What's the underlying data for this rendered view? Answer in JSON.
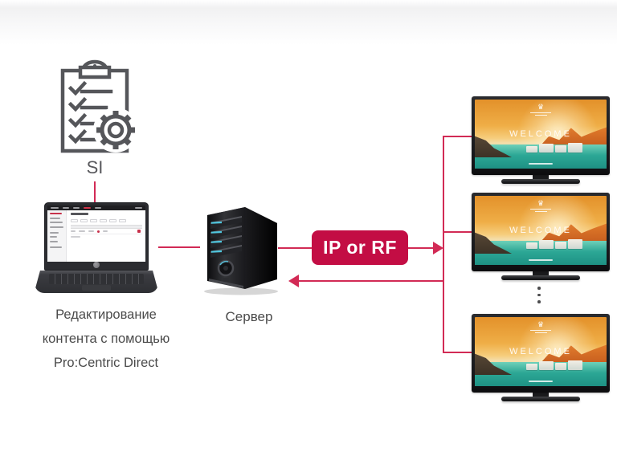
{
  "diagram": {
    "si": {
      "label": "SI"
    },
    "laptop": {
      "caption": [
        "Редактирование",
        "контента с помощью",
        "Pro:Centric Direct"
      ]
    },
    "server": {
      "label": "Сервер"
    },
    "badge": {
      "label": "IP or RF"
    },
    "tv": {
      "welcome": "WELCOME",
      "logo_glyph": "♛"
    }
  },
  "colors": {
    "connector_line": "#d22a55",
    "badge_bg": "#c30d44",
    "badge_text": "#ffffff",
    "caption_text": "#4b4b4b",
    "icon_stroke": "#55565a",
    "tv_sky": "#efae47",
    "tv_sea": "#2ca795"
  },
  "icons": {
    "clipboard": "clipboard-checklist-icon",
    "gear": "gear-icon",
    "hotel_logo": "hotel-crown-logo-icon",
    "lg_logo": "lg-logo-icon",
    "ellipsis": "more-tvs-ellipsis-icon"
  }
}
